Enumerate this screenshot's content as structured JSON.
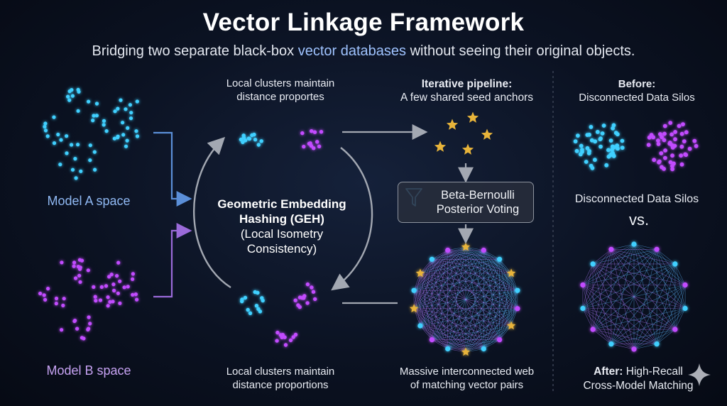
{
  "header": {
    "title": "Vector Linkage Framework",
    "subtitle_pre": "Bridging two separate black-box ",
    "subtitle_hl": "vector databases",
    "subtitle_post": " without seeing their original objects."
  },
  "left": {
    "model_a_label": "Model A space",
    "model_b_label": "Model B space"
  },
  "center": {
    "top_caption_line1": "Local clusters maintain",
    "top_caption_line2": "distance proportes",
    "geh_line1": "Geometric Embedding",
    "geh_line2": "Hashing (GEH)",
    "geh_line3": "(Local Isometry",
    "geh_line4": "Consistency)",
    "bottom_caption_line1": "Local clusters maintain",
    "bottom_caption_line2": "distance proportions"
  },
  "pipeline": {
    "title": "Iterative pipeline:",
    "subtitle": "A few shared seed anchors",
    "voting_line1": "Beta-Bernoulli",
    "voting_line2": "Posterior Voting",
    "web_caption_line1": "Massive interconnected web",
    "web_caption_line2": "of matching vector pairs"
  },
  "comparison": {
    "before_title": "Before:",
    "before_subtitle": "Disconnected Data Silos",
    "silos_label": "Disconnected Data Silos",
    "vs_label": "vs.",
    "after_bold": "After:",
    "after_line1": " High-Recall",
    "after_line2": "Cross-Model Matching"
  },
  "colors": {
    "cyan": "#3fd0ff",
    "purple": "#c24cff",
    "gold": "#e8b43a",
    "arrow_blue": "#5b8fd8",
    "arrow_purple": "#9a6ad9",
    "gray": "#9aa0aa"
  }
}
